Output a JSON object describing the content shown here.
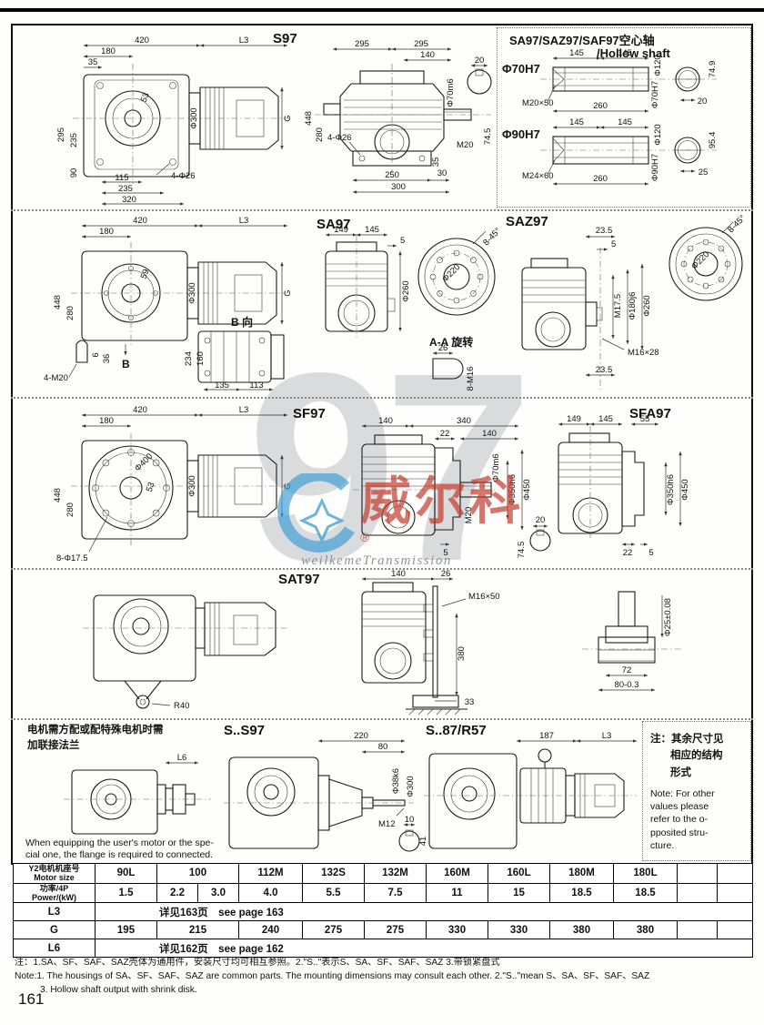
{
  "page_number": "161",
  "watermark": {
    "big": "97",
    "cn": "威尔科",
    "reg": "®",
    "en": "weilkemeTransmission",
    "blue": "#3f9fd4",
    "red": "#c23b2d"
  },
  "titles": {
    "s97": "S97",
    "sa97": "SA97",
    "saz97": "SAZ97",
    "sf97": "SF97",
    "sfa97": "SFA97",
    "sat97": "SAT97",
    "ss97": "S..S97",
    "s87": "S..87/R57"
  },
  "s97side": {
    "a420": "420",
    "aL3": "L3",
    "a180": "180",
    "a35": "35",
    "v295": "295",
    "v235": "235",
    "v90": "90",
    "b115": "115",
    "b235": "235",
    "b320": "320",
    "holes": "4-Φ26",
    "d53": "53",
    "d300": "Φ300",
    "g": "G"
  },
  "s97front": {
    "a295a": "295",
    "a295b": "295",
    "a140": "140",
    "shaft": "Φ70m6",
    "k20": "20",
    "v448": "448",
    "v280": "280",
    "holes": "4-Φ26",
    "m20": "M20",
    "v35": "35",
    "b250": "250",
    "b30": "30",
    "b300": "300",
    "v745": "74.5"
  },
  "hollow": {
    "title_cn": "SA97/SAZ97/SAF97空心轴",
    "title_en": "/Hollow shaft",
    "d70": {
      "name": "Φ70H7",
      "a145a": "145",
      "a145b": "145",
      "d120": "Φ120",
      "h": "74.9",
      "thread": "M20×50",
      "len": "260",
      "bore": "Φ70H7",
      "key": "20"
    },
    "d90": {
      "name": "Φ90H7",
      "a145a": "145",
      "a145b": "145",
      "d120": "Φ120",
      "h": "95.4",
      "thread": "M24×60",
      "len": "260",
      "bore": "Φ90H7",
      "key": "25"
    }
  },
  "sa97side": {
    "a420": "420",
    "aL3": "L3",
    "a180": "180",
    "v448": "448",
    "v280": "280",
    "d59": "59",
    "d300": "Φ300",
    "g": "G",
    "b": "B",
    "bview": "B 向",
    "v234": "234",
    "v160": "160",
    "b135": "135",
    "b113": "113",
    "bolt": "4-M20",
    "k6": "6",
    "k36": "36"
  },
  "sa97front": {
    "a149": "149",
    "a145": "145",
    "a5": "5",
    "d260": "Φ260",
    "f8": "8-45°",
    "d220": "Φ220",
    "aa": "A-A 旋转",
    "a26": "26",
    "m16": "8-M16"
  },
  "saz97": {
    "t235": "23.5",
    "a5": "5",
    "m175": "M17.5",
    "d180": "Φ180j6",
    "d260": "Φ260",
    "m16": "M16×28",
    "b235": "23.5",
    "f8": "8-45°",
    "d220": "Φ220"
  },
  "sf97side": {
    "a420": "420",
    "aL3": "L3",
    "a180": "180",
    "v448": "448",
    "v280": "280",
    "d400": "Φ400",
    "d53": "53",
    "d300": "Φ300",
    "g": "G",
    "holes": "8-Φ17.5"
  },
  "sf97front": {
    "a140": "140",
    "a340": "340",
    "a22": "22",
    "a140b": "140",
    "shaft": "Φ70m6",
    "d350": "Φ350h6",
    "d450": "Φ450",
    "m20": "M20",
    "a5": "5",
    "k20": "20",
    "v745": "74.5"
  },
  "sfa97": {
    "a149": "149",
    "a145": "145",
    "a55": "55",
    "d350": "Φ350h6",
    "d450": "Φ450",
    "a22": "22",
    "a5": "5"
  },
  "sat97": {
    "r40": "R40",
    "a140": "140",
    "a26": "26",
    "thread": "M16×50",
    "v380": "380",
    "b33": "33",
    "d25": "Φ25±0.08",
    "a72": "72",
    "a80": "80-0.3"
  },
  "row5": {
    "cn1": "电机需方配或配特殊电机时需",
    "cn2": "加联接法兰",
    "l6": "L6",
    "en1": "When equipping the user's motor or the spe-",
    "en2": "cial one, the flange is required to connected.",
    "ss97": {
      "a220": "220",
      "a80": "80",
      "d38": "Φ38k6",
      "d300": "Φ300",
      "m12": "M12",
      "k10": "10",
      "k41": "41"
    },
    "s87": {
      "a187": "187",
      "aL3": "L3"
    },
    "note": {
      "cn1": "注：其余尺寸见",
      "cn2": "相应的结构",
      "cn3": "形式",
      "en1": "Note: For other",
      "en2": "values please",
      "en3": "refer to the o-",
      "en4": "pposited stru-",
      "en5": "cture."
    }
  },
  "table": {
    "motor_cn": "Y2电机机座号",
    "motor_en": "Motor size",
    "power_cn": "功率/4P",
    "power_en": "Power/(kW)",
    "sizes": [
      "90L",
      "100",
      "112M",
      "132S",
      "132M",
      "160M",
      "160L",
      "180M",
      "180L",
      "",
      ""
    ],
    "powers": [
      "1.5",
      "2.2",
      "3.0",
      "4.0",
      "5.5",
      "7.5",
      "11",
      "15",
      "18.5",
      "18.5",
      "",
      ""
    ],
    "l3": "L3",
    "l3_value": "详见163页　see page 163",
    "g": "G",
    "g_values": [
      "195",
      "215",
      "240",
      "275",
      "275",
      "330",
      "330",
      "380",
      "380",
      "",
      ""
    ],
    "l6": "L6",
    "l6_value": "详见162页　see page 162"
  },
  "notes": {
    "line1": "注：1.SA、SF、SAF、SAZ壳体为通用件，安装尺寸均可相互参照。2.\"S..\"表示S、SA、SF、SAF、SAZ 3.带锁紧盘式",
    "line2": "Note:1. The housings of SA、SF、SAF、SAZ are common parts. The mounting dimensions may consult each other. 2.\"S..\"mean S、SA、SF、SAF、SAZ",
    "line3": "3. Hollow shaft output with shrink disk."
  }
}
